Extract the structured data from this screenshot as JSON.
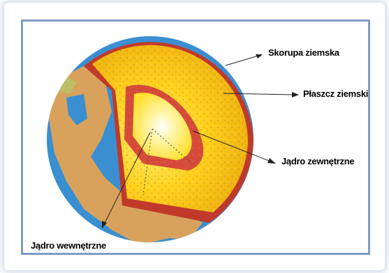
{
  "labels": {
    "crust": "Skorupa ziemska",
    "mantle": "Płaszcz ziemski",
    "outer_core": "Jądro zewnętrzne",
    "inner_core": "Jądro wewnętrzne"
  },
  "colors": {
    "frame_border": "#7f9bc4",
    "ocean": "#3a8fd1",
    "land": "#d9a25c",
    "crust": "#c0392b",
    "mantle": "#f2c313",
    "outer_core": "#d64a3a",
    "inner_core": "#fff3a0"
  }
}
